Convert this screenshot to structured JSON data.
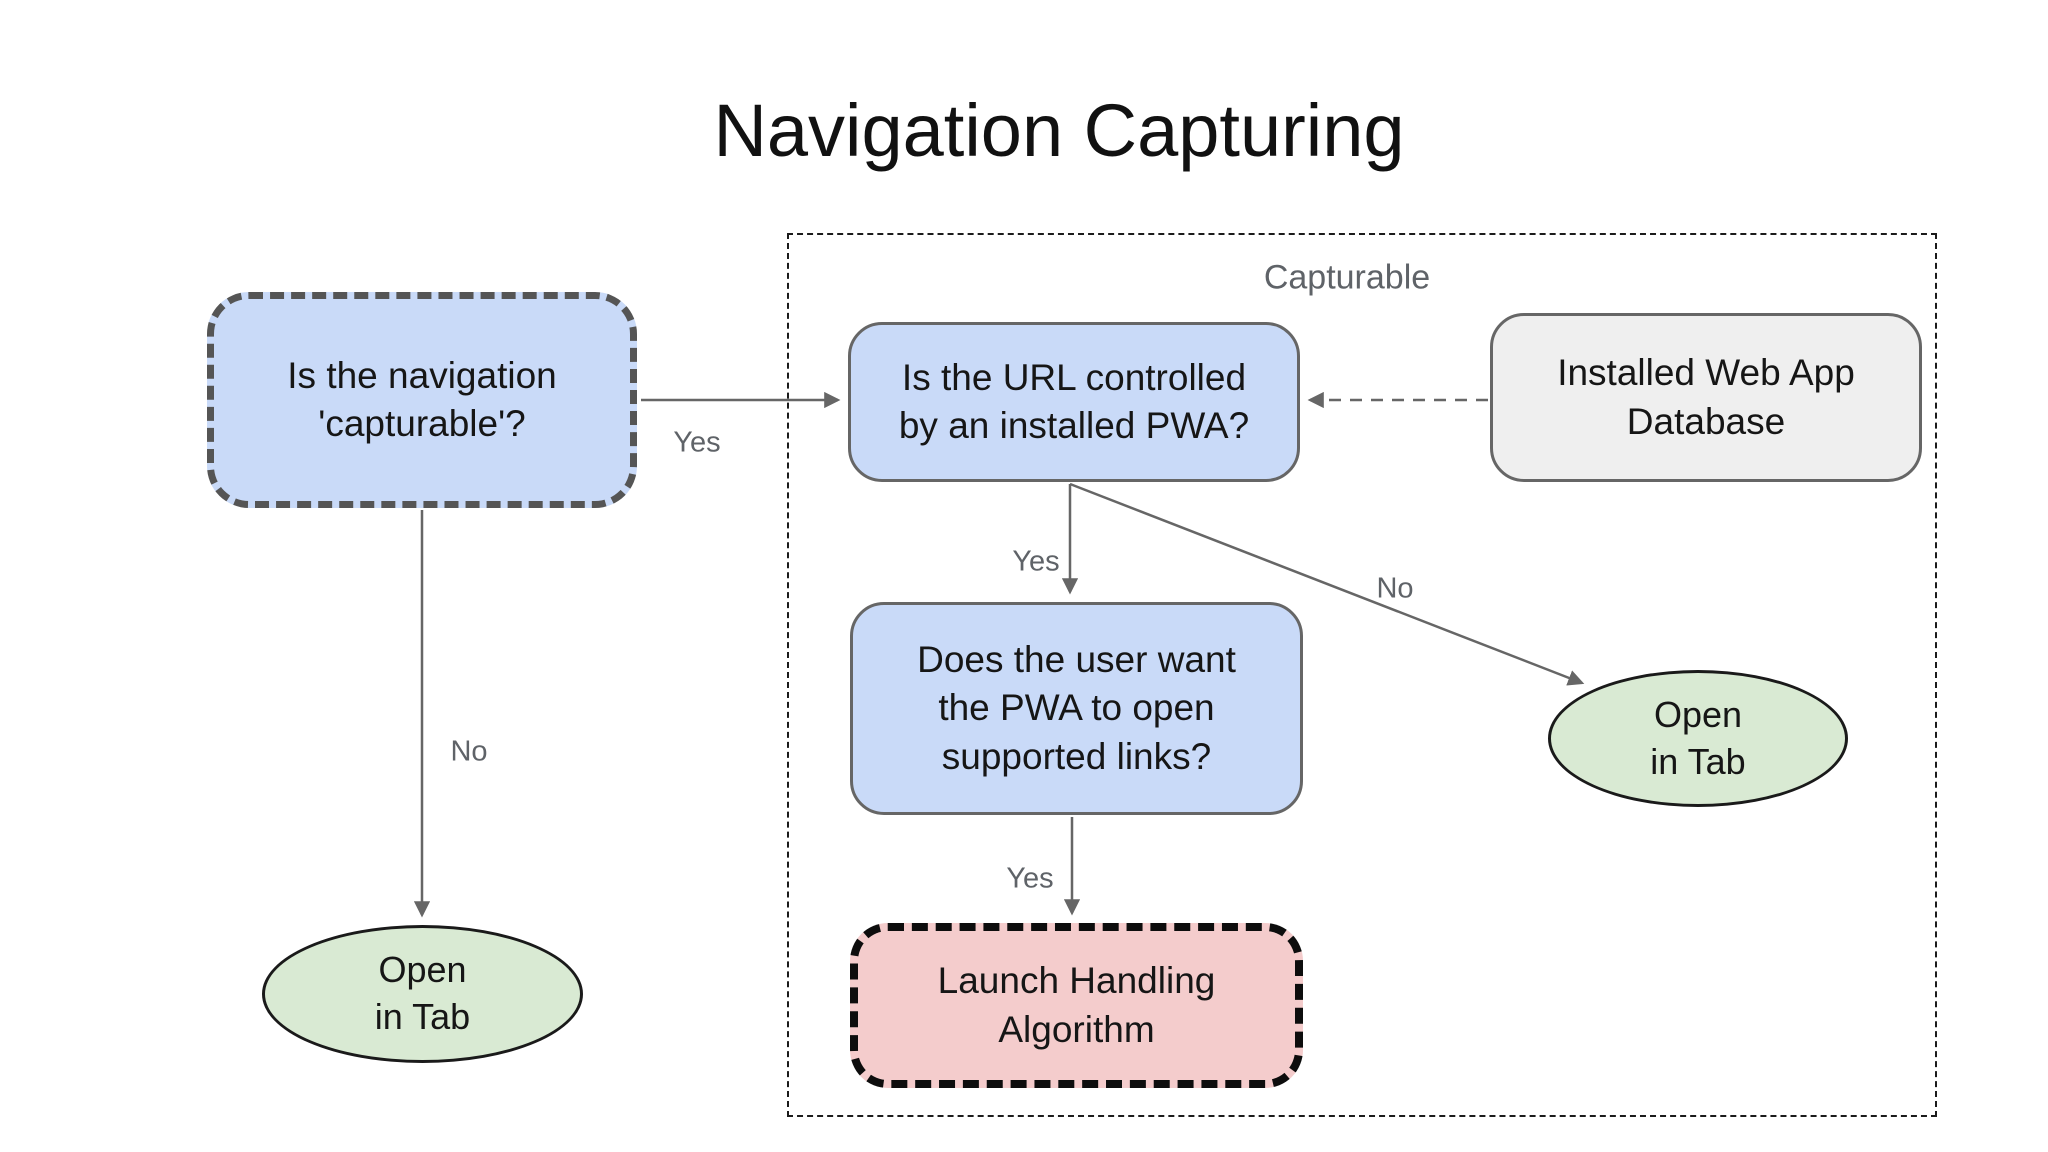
{
  "title": "Navigation Capturing",
  "container": {
    "label": "Capturable"
  },
  "nodes": {
    "q_capturable": {
      "text": "Is the navigation\n'capturable'?"
    },
    "q_url": {
      "text": "Is the URL controlled\nby an installed PWA?"
    },
    "db": {
      "text": "Installed Web App\nDatabase"
    },
    "q_user": {
      "text": "Does the user want\nthe PWA to open\nsupported links?"
    },
    "launch": {
      "text": "Launch Handling\nAlgorithm"
    },
    "tab_left": {
      "text": "Open\nin Tab"
    },
    "tab_right": {
      "text": "Open\nin Tab"
    }
  },
  "edges": {
    "capturable_yes": "Yes",
    "capturable_no": "No",
    "url_yes": "Yes",
    "url_no": "No",
    "user_yes": "Yes"
  },
  "colors": {
    "node_blue": "#c9daf8",
    "node_green": "#d9ead3",
    "node_pink": "#f4cccc",
    "node_gray": "#efefef",
    "arrow_gray": "#666666",
    "label_gray": "#5f6368",
    "dash_dark": "#555555",
    "dash_black": "#0d0d0d"
  }
}
